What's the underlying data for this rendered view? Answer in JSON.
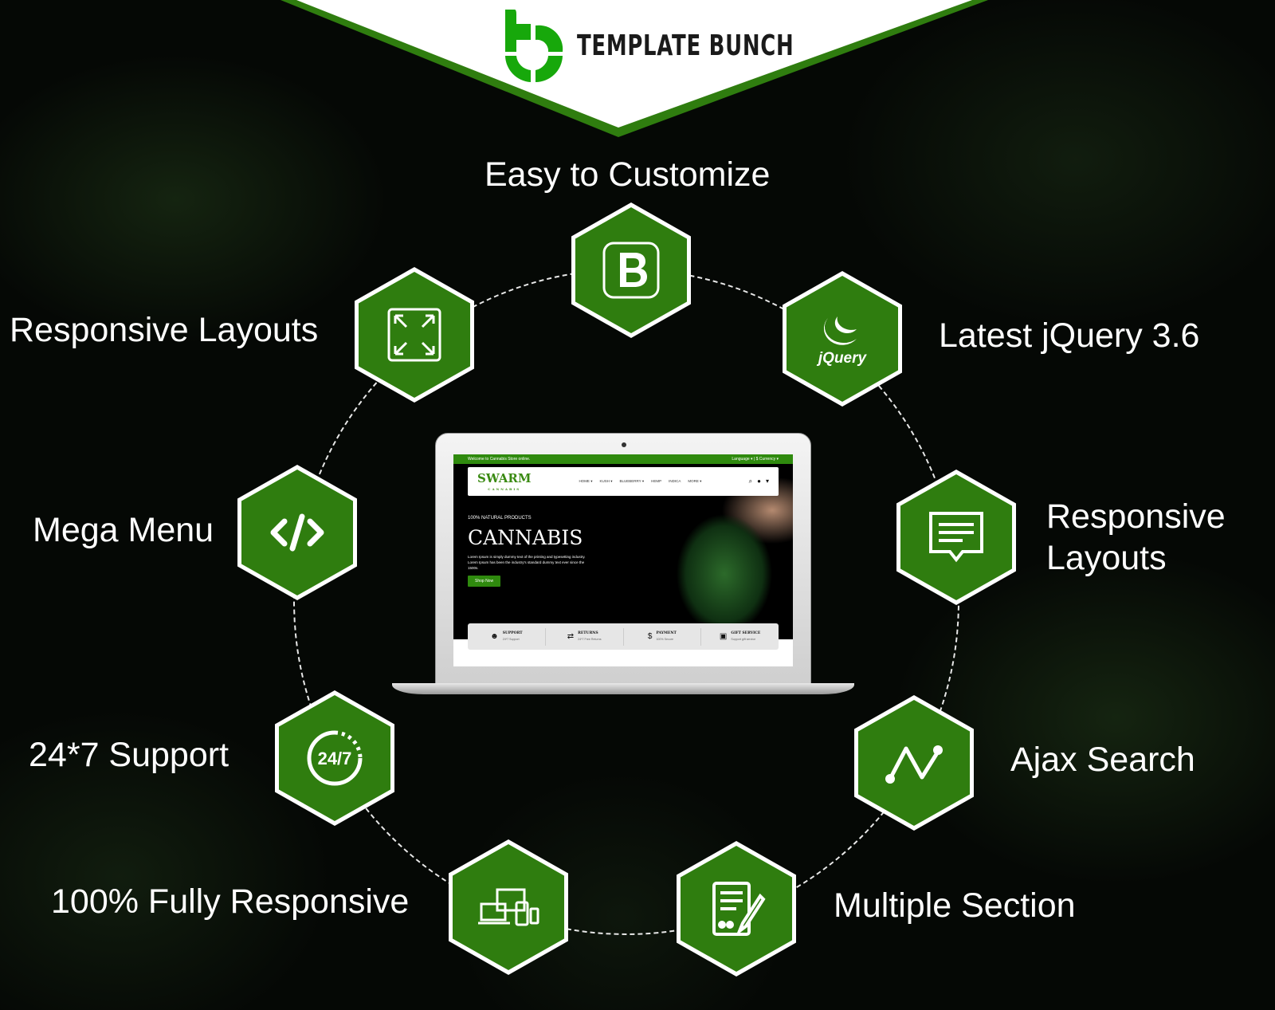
{
  "brand": {
    "name": "TEMPLATE BUNCH"
  },
  "colors": {
    "accent": "#2f7d0f",
    "logo_green": "#17a80b",
    "background": "#050805"
  },
  "features": [
    {
      "label": "Easy to Customize",
      "icon": "bootstrap-icon"
    },
    {
      "label": "Responsive Layouts",
      "icon": "expand-icon"
    },
    {
      "label": "Latest jQuery 3.6",
      "icon": "jquery-icon",
      "icon_text": "jQuery"
    },
    {
      "label": "Mega Menu",
      "icon": "code-icon"
    },
    {
      "label_line1": "Responsive",
      "label_line2": "Layouts",
      "icon": "chat-icon"
    },
    {
      "label": "24*7 Support",
      "icon": "support-24-7-icon",
      "icon_text": "24/7"
    },
    {
      "label": "Ajax Search",
      "icon": "line-graph-icon"
    },
    {
      "label": "100% Fully Responsive",
      "icon": "devices-icon"
    },
    {
      "label": "Multiple Section",
      "icon": "document-edit-icon"
    }
  ],
  "preview": {
    "welcome": "Welcome to Cannabis Store online.",
    "language": "Language ▾",
    "currency": "$ Currency ▾",
    "logo": "SWARM",
    "logo_sub": "CANNABIS",
    "menu": [
      "HOME ▾",
      "KUSH ▾",
      "BLUEBERRY ▾",
      "HEMP",
      "INDICA",
      "MORE ▾"
    ],
    "kicker": "100% NATURAL PRODUCTS",
    "title": "CANNABIS",
    "text": "Lorem Ipsum is simply dummy text of the printing and typesetting industry. Lorem Ipsum has been the industry's standard dummy text ever since the 1500s.",
    "button": "Shop Now",
    "services": [
      {
        "title": "SUPPORT",
        "sub": "24*7 Support"
      },
      {
        "title": "RETURNS",
        "sub": "24*7 Free Returns"
      },
      {
        "title": "PAYMENT",
        "sub": "100% Secure"
      },
      {
        "title": "GIFT SERVICE",
        "sub": "Support gift service"
      }
    ]
  }
}
